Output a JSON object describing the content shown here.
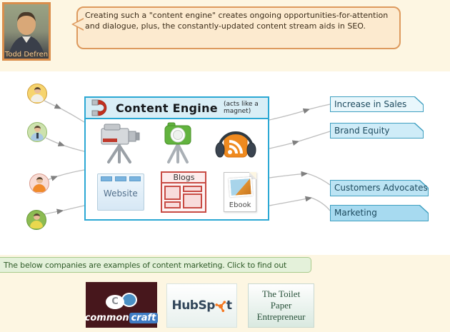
{
  "author": {
    "name": "Todd Defren",
    "quote": "Creating such a \"content engine\" creates ongoing opportunities-for-attention and dialogue, plus, the constantly-updated content stream aids in SEO."
  },
  "engine": {
    "title": "Content Engine",
    "subtitle_line1": "(acts like a",
    "subtitle_line2": "magnet)",
    "website_label": "Website",
    "blogs_label": "Blogs",
    "ebook_label": "Ebook",
    "media_icons": [
      "video-camera",
      "photo-camera",
      "podcast-headphones"
    ]
  },
  "audience": [
    {
      "type": "doctor",
      "bg": "#f6d46e",
      "shirt": "#f2efe6"
    },
    {
      "type": "office-worker",
      "bg": "#cde2ae",
      "shirt": "#a8c8e4"
    },
    {
      "type": "orange-shirt",
      "bg": "#f8dbd3",
      "shirt": "#f08a2a"
    },
    {
      "type": "yellow-shirt",
      "bg": "#8cbb52",
      "shirt": "#ead84e"
    }
  ],
  "outcomes": [
    {
      "label": "Increase in Sales",
      "fill": "#e9f7fc"
    },
    {
      "label": "Brand Equity",
      "fill": "#cfecf8"
    },
    {
      "label": "Customers Advocates",
      "fill": "#bce4f4"
    },
    {
      "label": "Marketing",
      "fill": "#a7daf0"
    }
  ],
  "footer": {
    "banner": "The below companies are examples of content marketing. Click to find out",
    "companies": [
      {
        "name": "commoncraft",
        "part1": "common",
        "part2": "craft",
        "bg": "#47171c",
        "bubble_letter": "C"
      },
      {
        "name": "HubSpot",
        "part1": "HubSp",
        "part2": "t"
      },
      {
        "name": "The Toilet Paper Entrepreneur",
        "line1": "The Toilet",
        "line2": "Paper",
        "line3": "Entrepreneur"
      }
    ]
  },
  "colors": {
    "page_cream": "#fdf6e2",
    "engine_border": "#2ba8d4",
    "engine_header_bg": "#d9eef6",
    "magnet_red": "#c2301f",
    "bubble_bg": "#fceacf",
    "bubble_border": "#dd9a5e",
    "banner_bg": "#e4f1da",
    "banner_text": "#2f5b28",
    "hubspot_navy": "#33475b",
    "hubspot_orange": "#f47821",
    "outcome_border": "#3f9fc0",
    "arrow_gray": "#bdbdbd"
  }
}
